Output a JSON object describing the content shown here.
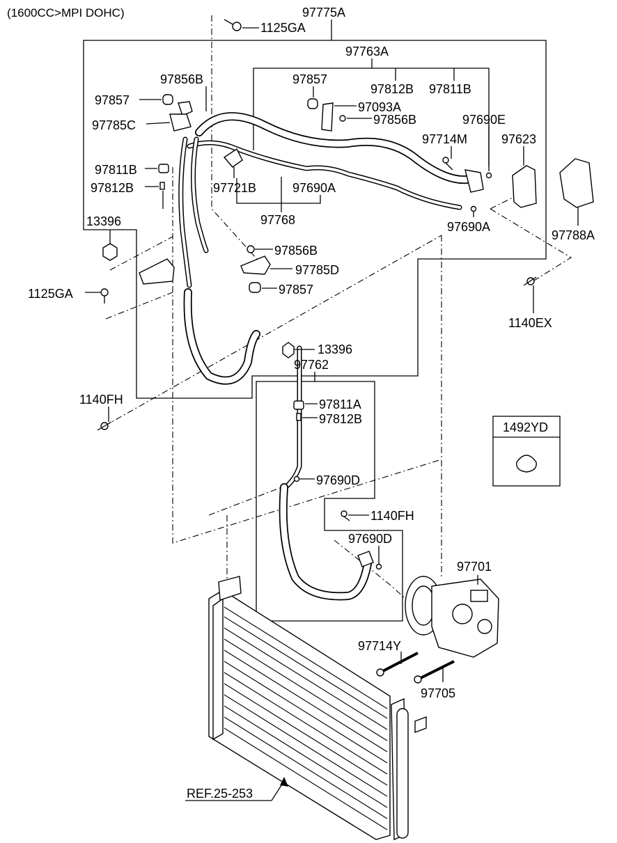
{
  "title": "(1600CC>MPI DOHC)",
  "labels": {
    "p97775A": "97775A",
    "p1125GA_top": "1125GA",
    "p97763A": "97763A",
    "p97856B_a": "97856B",
    "p97857_a": "97857",
    "p97857_b": "97857",
    "p97785C": "97785C",
    "p97812B_a": "97812B",
    "p97811B_a": "97811B",
    "p97093A": "97093A",
    "p97856B_b": "97856B",
    "p97690E": "97690E",
    "p97714M": "97714M",
    "p97623": "97623",
    "p97811B_b": "97811B",
    "p97812B_b": "97812B",
    "p97721B": "97721B",
    "p97690A_a": "97690A",
    "p97768": "97768",
    "p97690A_b": "97690A",
    "p97788A": "97788A",
    "p13396_a": "13396",
    "p97856B_c": "97856B",
    "p97785D": "97785D",
    "p1125GA_left": "1125GA",
    "p97857_c": "97857",
    "p1140EX": "1140EX",
    "p13396_b": "13396",
    "p97762": "97762",
    "p1140FH_a": "1140FH",
    "p97811A": "97811A",
    "p97812B_c": "97812B",
    "p1492YD": "1492YD",
    "p97690D_a": "97690D",
    "p1140FH_b": "1140FH",
    "p97690D_b": "97690D",
    "p97701": "97701",
    "p97714Y": "97714Y",
    "p97705": "97705",
    "ref": "REF.25-253"
  }
}
